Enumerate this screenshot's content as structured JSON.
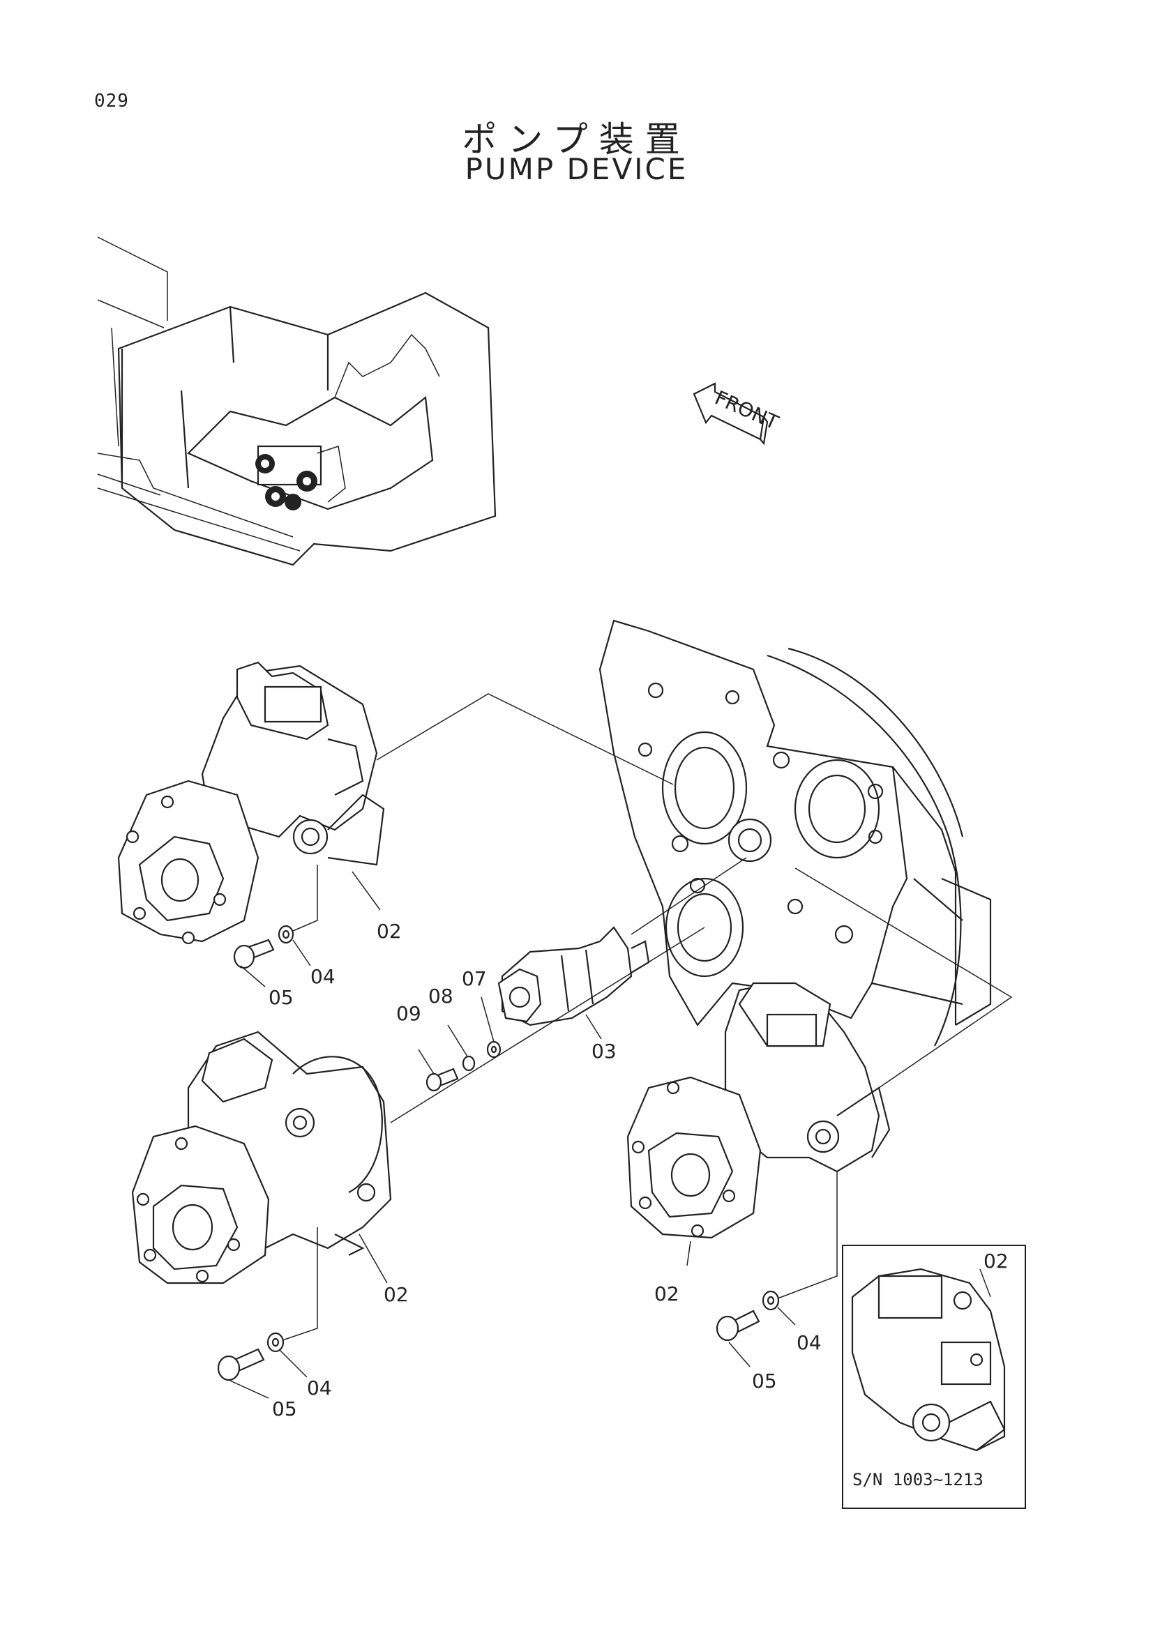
{
  "page_number": "029",
  "title_jp": "ポンプ装置",
  "title_en": "PUMP DEVICE",
  "front_label": "FRONT",
  "part_labels": {
    "p02_upper_left": "02",
    "p04_upper_left": "04",
    "p05_upper_left": "05",
    "p07": "07",
    "p08": "08",
    "p09": "09",
    "p03": "03",
    "p02_lower_left": "02",
    "p04_lower_left": "04",
    "p05_lower_left": "05",
    "p02_lower_right": "02",
    "p04_lower_right": "04",
    "p05_lower_right": "05",
    "p02_inset": "02"
  },
  "inset_caption": "S/N  1003∼1213"
}
